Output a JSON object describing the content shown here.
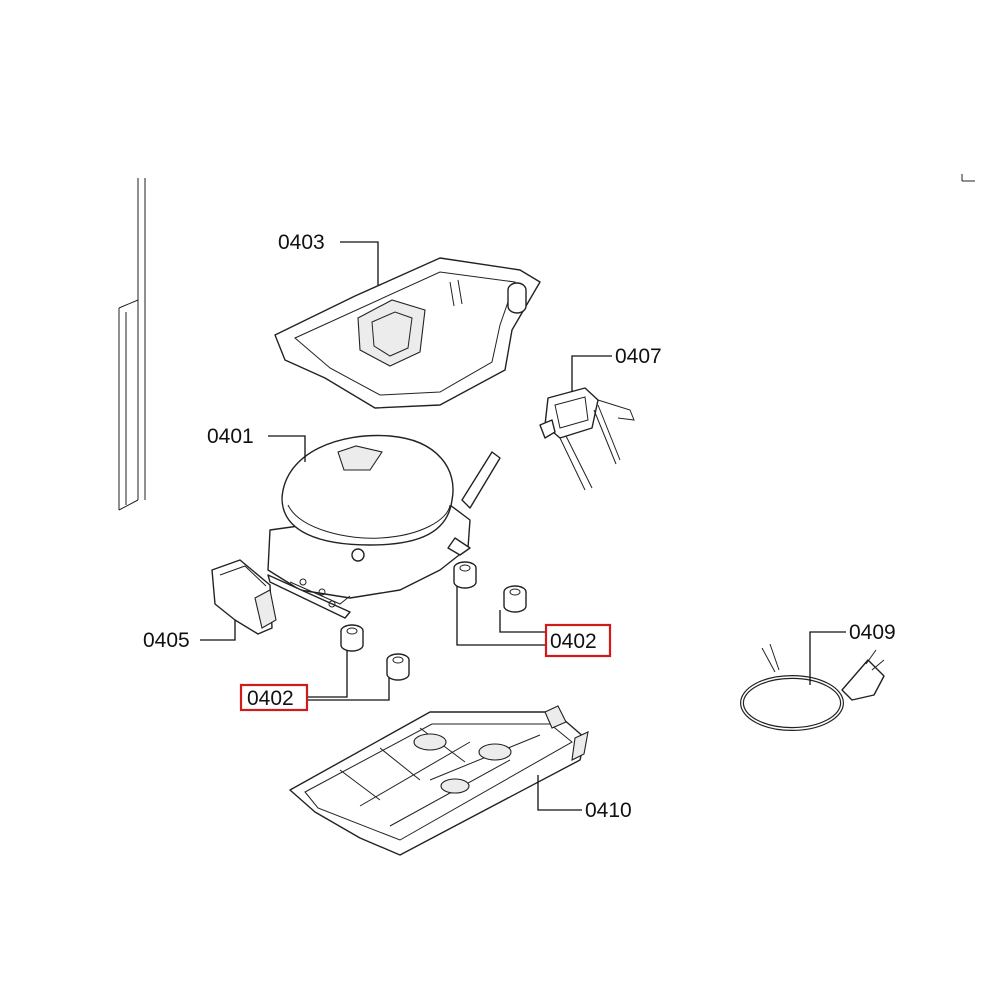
{
  "labels": {
    "drip_tray": "0403",
    "compressor": "0401",
    "relay": "0407",
    "starter_cover": "0405",
    "grommet_right": "0402",
    "grommet_left": "0402",
    "power_cord": "0409",
    "base_tray": "0410"
  },
  "highlight_color": "#d11a1a"
}
